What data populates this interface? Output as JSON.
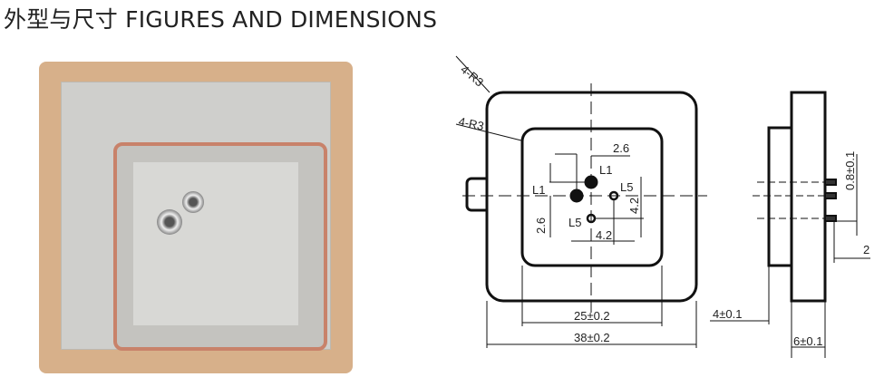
{
  "title": "外型与尺寸 FIGURES AND DIMENSIONS",
  "drawing": {
    "outer_radius": "4-R3",
    "inner_radius": "4-R3",
    "dim_2_6_h": "2.6",
    "dim_2_6_v": "2.6",
    "pin_l1_top": "L1",
    "pin_l1_left": "L1",
    "pin_l5_right": "L5",
    "pin_l5_bottom": "L5",
    "dim_4_2_v": "4.2",
    "dim_4_2_h": "4.2",
    "dim_inner_width": "25±0.2",
    "dim_outer_width": "38±0.2",
    "dim_thickness_4": "4±0.1",
    "dim_thickness_6": "6±0.1",
    "dim_pin_dia": "0.8±0.1",
    "dim_pin_len": "2"
  }
}
